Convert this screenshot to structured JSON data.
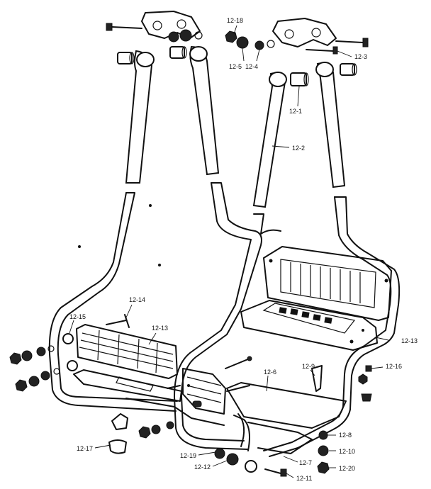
{
  "diagram": {
    "callouts": [
      {
        "id": "c-12-18a",
        "text": "12-18"
      },
      {
        "id": "c-12-5",
        "text": "12-5"
      },
      {
        "id": "c-12-4",
        "text": "12-4"
      },
      {
        "id": "c-12-3",
        "text": "12-3"
      },
      {
        "id": "c-12-1",
        "text": "12-1"
      },
      {
        "id": "c-12-2",
        "text": "12-2"
      },
      {
        "id": "c-12-14",
        "text": "12-14"
      },
      {
        "id": "c-12-15",
        "text": "12-15"
      },
      {
        "id": "c-12-13a",
        "text": "12-13"
      },
      {
        "id": "c-12-13b",
        "text": "12-13"
      },
      {
        "id": "c-12-6",
        "text": "12-6"
      },
      {
        "id": "c-12-9",
        "text": "12-9"
      },
      {
        "id": "c-12-16",
        "text": "12-16"
      },
      {
        "id": "c-12-17",
        "text": "12-17"
      },
      {
        "id": "c-12-19",
        "text": "12-19"
      },
      {
        "id": "c-12-12",
        "text": "12-12"
      },
      {
        "id": "c-12-7",
        "text": "12-7"
      },
      {
        "id": "c-12-11",
        "text": "12-11"
      },
      {
        "id": "c-12-8",
        "text": "12-8"
      },
      {
        "id": "c-12-10",
        "text": "12-10"
      },
      {
        "id": "c-12-20",
        "text": "12-20"
      }
    ]
  }
}
